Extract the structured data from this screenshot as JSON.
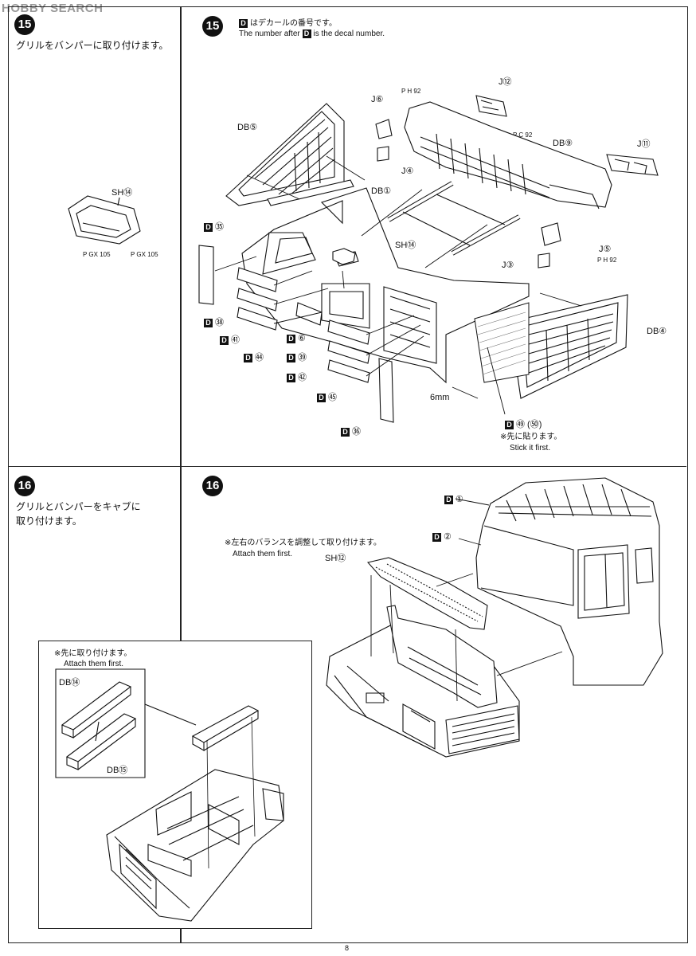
{
  "watermark": "HOBBY SEARCH",
  "left_col": {
    "step15": {
      "num": "15",
      "text": "グリルをバンパーに取り付けます。"
    },
    "step16": {
      "num": "16",
      "text_line1": "グリルとバンパーをキャブに",
      "text_line2": "取り付けます。"
    },
    "sh14": "SH⑭",
    "p_label_a": "P GX 105",
    "p_label_b": "P GX 105",
    "inset_note_jp": "※先に取り付けます。",
    "inset_note_en": "Attach them first.",
    "db14": "DB⑭",
    "db15": "DB⑮"
  },
  "right_col": {
    "step15": {
      "num": "15",
      "note_jp": "はデカールの番号です。",
      "note_en_pre": "The number after",
      "note_en_post": "is the decal number.",
      "d_mark": "D",
      "labels": {
        "db5": "DB⑤",
        "j6": "J⑥",
        "ph92a": "P H 92",
        "j12": "J⑫",
        "pc92": "P C 92",
        "db9": "DB⑨",
        "j11": "J⑪",
        "j4": "J④",
        "db1": "DB①",
        "sh14": "SH⑭",
        "j5": "J⑤",
        "ph92b": "P H 92",
        "j3": "J③",
        "db4": "DB④",
        "d35": "㉟",
        "d38": "㊳",
        "d41": "㊶",
        "d44": "㊹",
        "d6": "⑥",
        "d39": "㊴",
        "d42": "㊷",
        "d45": "㊺",
        "d36": "㊱",
        "d49": "㊾ (㊿)",
        "mm6": "6mm"
      },
      "stick_jp": "※先に貼ります。",
      "stick_en": "Stick it first."
    },
    "step16": {
      "num": "16",
      "d1": "①",
      "d2": "②",
      "note_jp": "※左右のバランスを調整して取り付けます。",
      "note_en": "Attach them first.",
      "sh12": "SH⑫"
    }
  },
  "page_number": "8"
}
